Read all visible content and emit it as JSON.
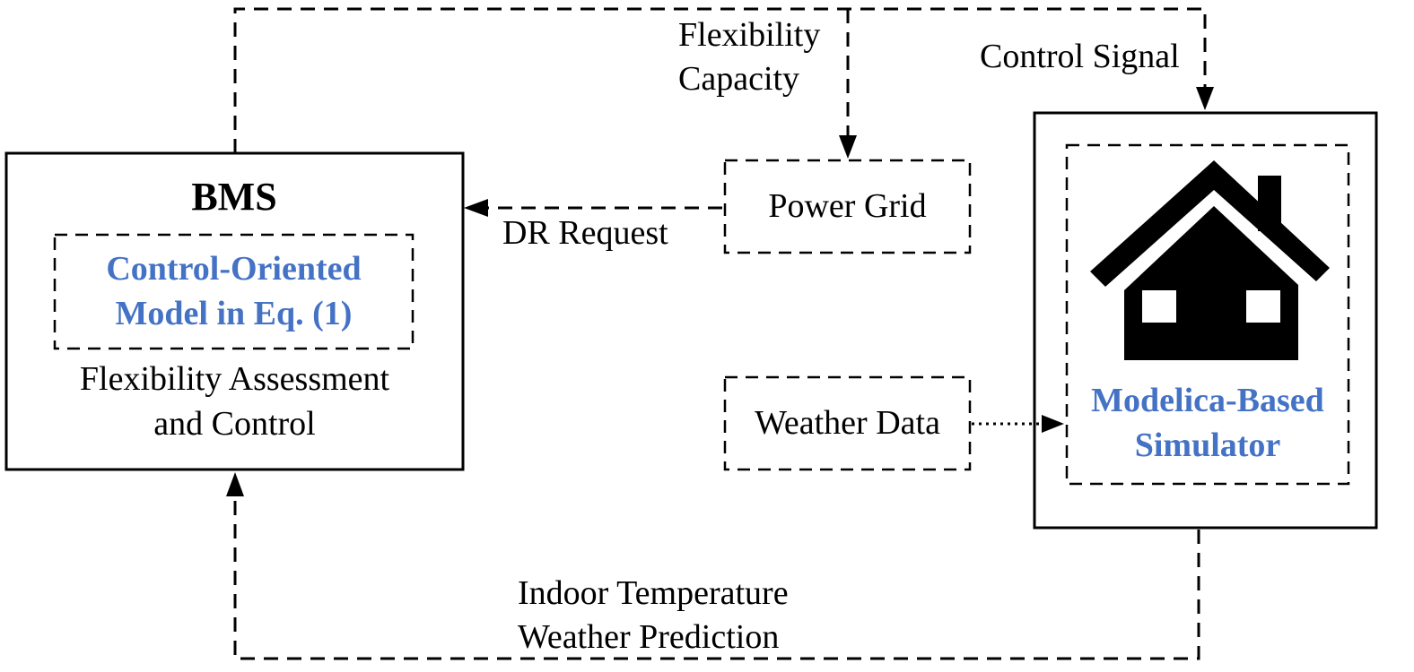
{
  "bms": {
    "title": "BMS",
    "model_line1": "Control-Oriented",
    "model_line2": "Model in Eq.  (1)",
    "desc_line1": "Flexibility Assessment",
    "desc_line2": "and Control"
  },
  "power_grid": {
    "label": "Power Grid"
  },
  "weather_data": {
    "label": "Weather Data"
  },
  "simulator": {
    "line1": "Modelica-Based",
    "line2": "Simulator",
    "icon": "house-icon"
  },
  "arrows": {
    "flexibility_line1": "Flexibility",
    "flexibility_line2": "Capacity",
    "control_signal": "Control Signal",
    "dr_request": "DR Request",
    "feedback_line1": "Indoor Temperature",
    "feedback_line2": "Weather Prediction"
  },
  "colors": {
    "accent": "#4472c4",
    "line": "#000000"
  }
}
